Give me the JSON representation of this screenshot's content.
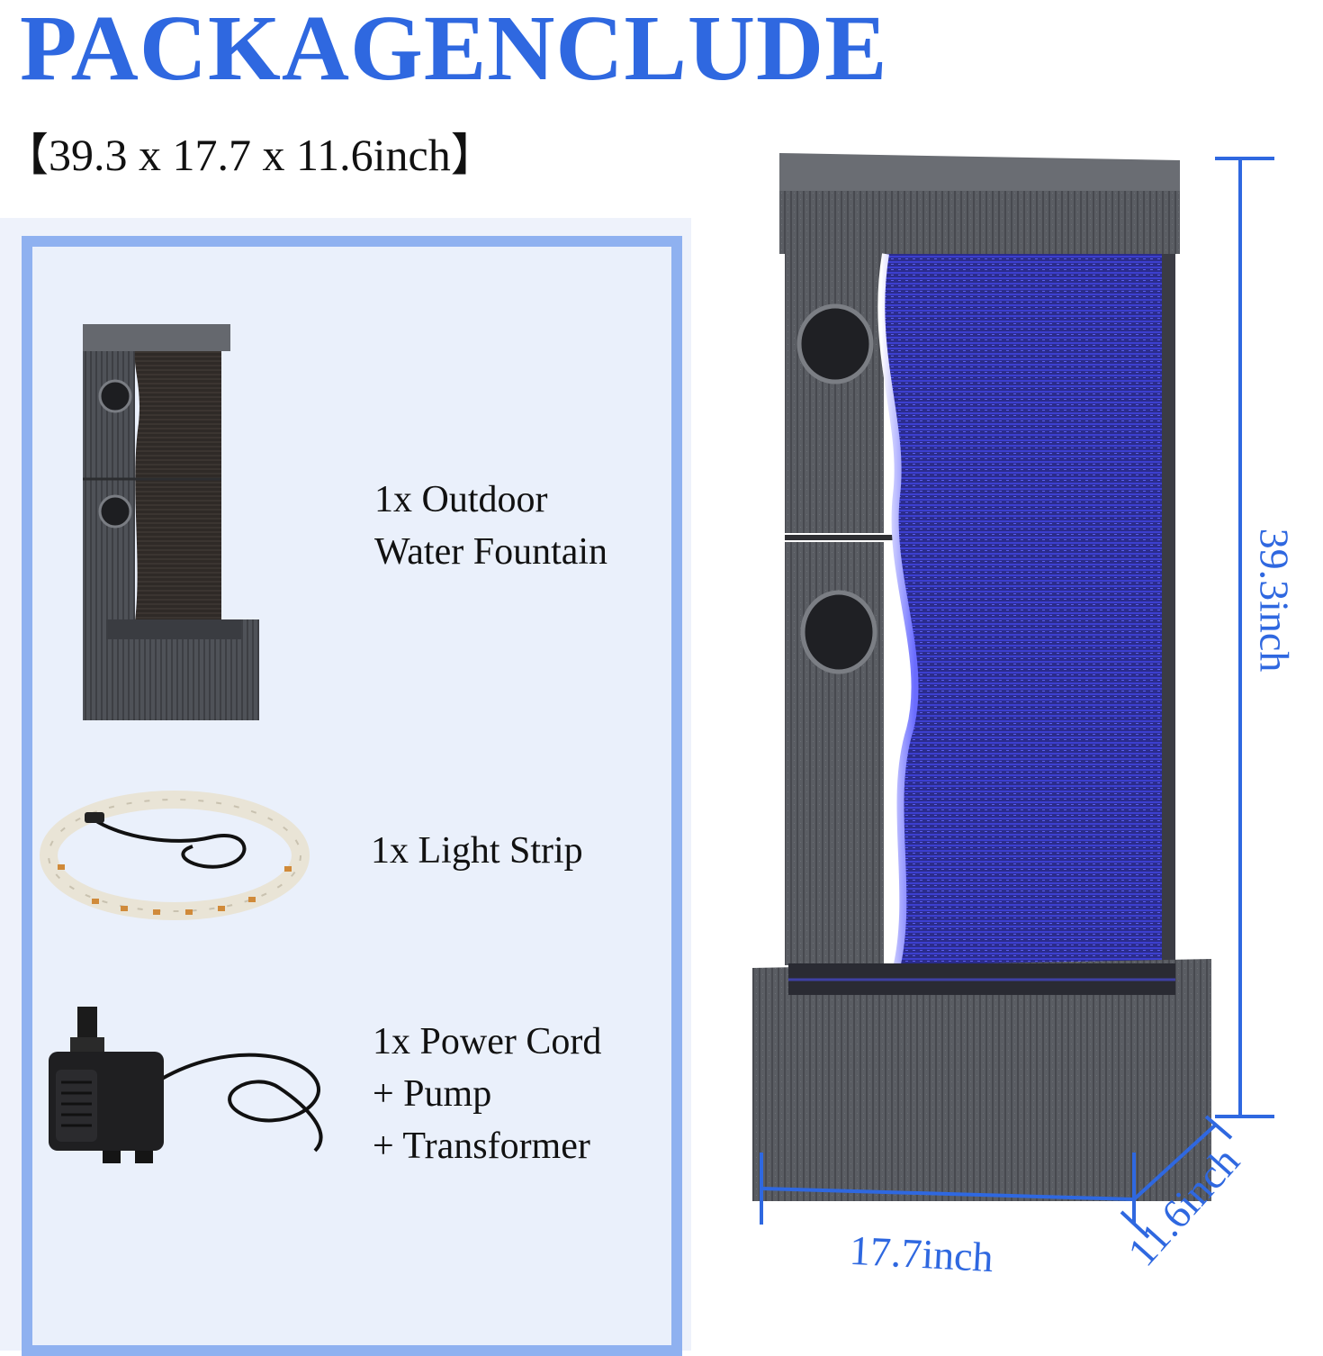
{
  "header": {
    "title": "PACKAGENCLUDE",
    "dimensions": "【39.3 x 17.7 x 11.6inch】"
  },
  "package_items": [
    {
      "lines": [
        "1x Outdoor",
        "Water Fountain"
      ],
      "icon": "fountain-icon"
    },
    {
      "lines": [
        "1x Light Strip"
      ],
      "icon": "light-strip-icon"
    },
    {
      "lines": [
        "1x Power Cord",
        "+ Pump",
        "+ Transformer"
      ],
      "icon": "pump-icon"
    }
  ],
  "measurements": {
    "height": "39.3inch",
    "width": "17.7inch",
    "depth": "11.6inch"
  },
  "colors": {
    "accent": "#2f68e0",
    "panel_border": "#8fb1f0",
    "panel_bg": "#eaf0fb",
    "stone": "#55585e",
    "glow": "#3a3cf0"
  }
}
